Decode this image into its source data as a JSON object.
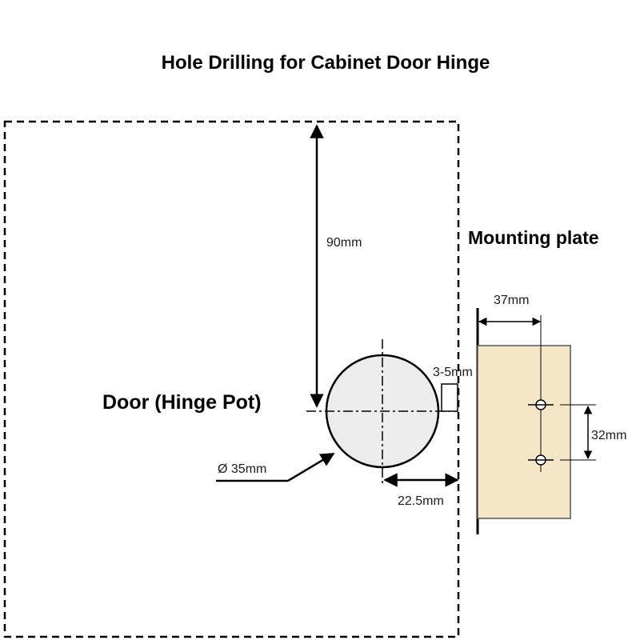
{
  "title": "Hole Drilling for Cabinet Door Hinge",
  "labels": {
    "door": "Door (Hinge Pot)",
    "mounting_plate": "Mounting plate"
  },
  "dimensions": {
    "top_distance": "90mm",
    "pot_diameter": "Ø 35mm",
    "edge_distance": "22.5mm",
    "gap": "3-5mm",
    "plate_distance": "37mm",
    "screw_spacing": "32mm"
  },
  "colors": {
    "line": "#000000",
    "pot_fill": "#ececec",
    "plate_fill": "#f6e6c8",
    "plate_stroke": "#555555"
  }
}
